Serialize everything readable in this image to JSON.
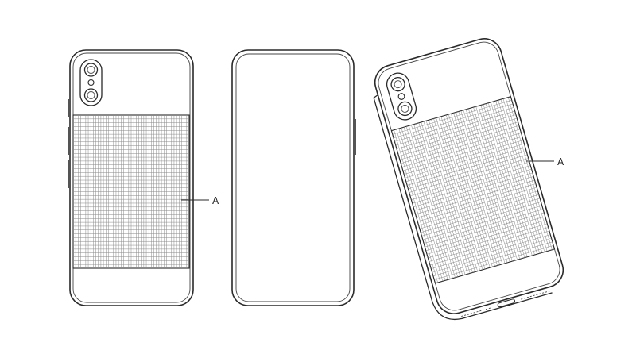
{
  "figures": [
    {
      "id": "back-view",
      "callout": "A"
    },
    {
      "id": "front-view"
    },
    {
      "id": "perspective-view",
      "callout": "A"
    }
  ],
  "colors": {
    "stroke": "#2a2a2a",
    "grid": "#8a8a8a",
    "background": "#ffffff"
  }
}
